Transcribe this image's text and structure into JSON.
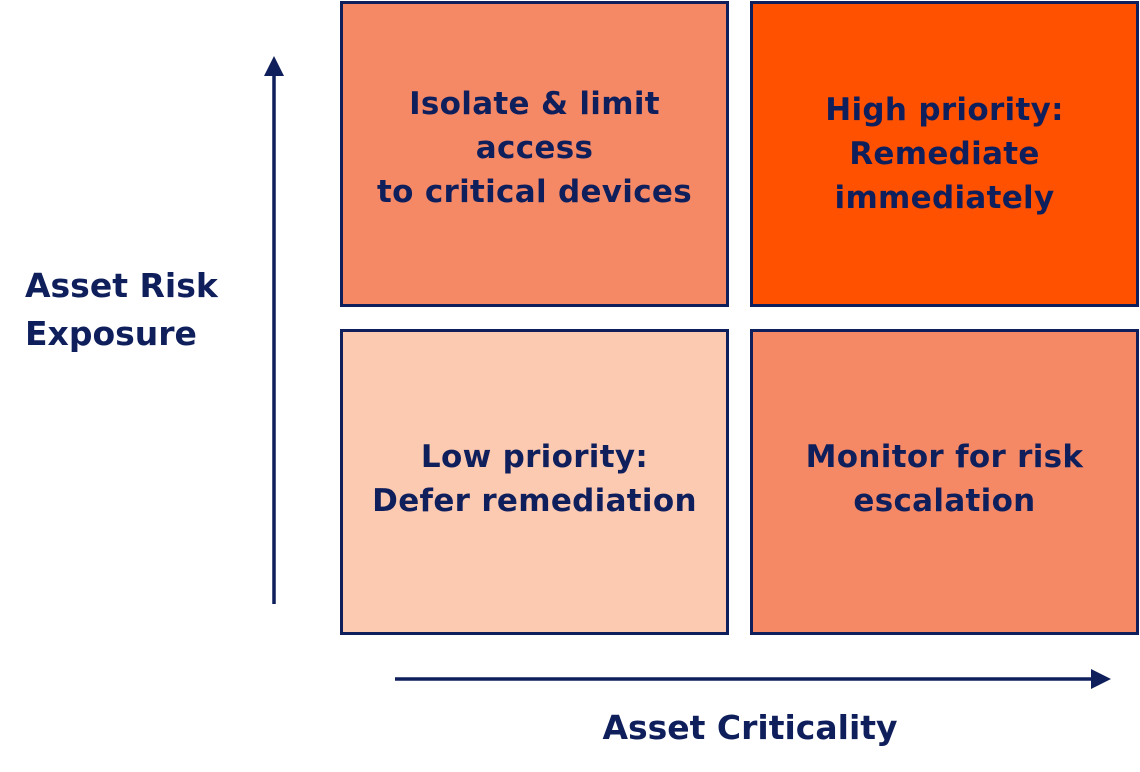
{
  "colors": {
    "navy": "#0f1f5c",
    "high_priority": "#ff5100",
    "medium_priority": "#f58966",
    "low_priority": "#fcc9b1"
  },
  "quadrants": {
    "top_left": {
      "label": "Isolate & limit access\nto critical devices",
      "color": "#f58966"
    },
    "top_right": {
      "label": "High priority:\nRemediate\nimmediately",
      "color": "#ff5100"
    },
    "bottom_left": {
      "label": "Low priority:\nDefer remediation",
      "color": "#fcc9b1"
    },
    "bottom_right": {
      "label": "Monitor for risk\nescalation",
      "color": "#f58966"
    }
  },
  "axes": {
    "y_label": "Asset Risk\nExposure",
    "x_label": "Asset Criticality"
  }
}
